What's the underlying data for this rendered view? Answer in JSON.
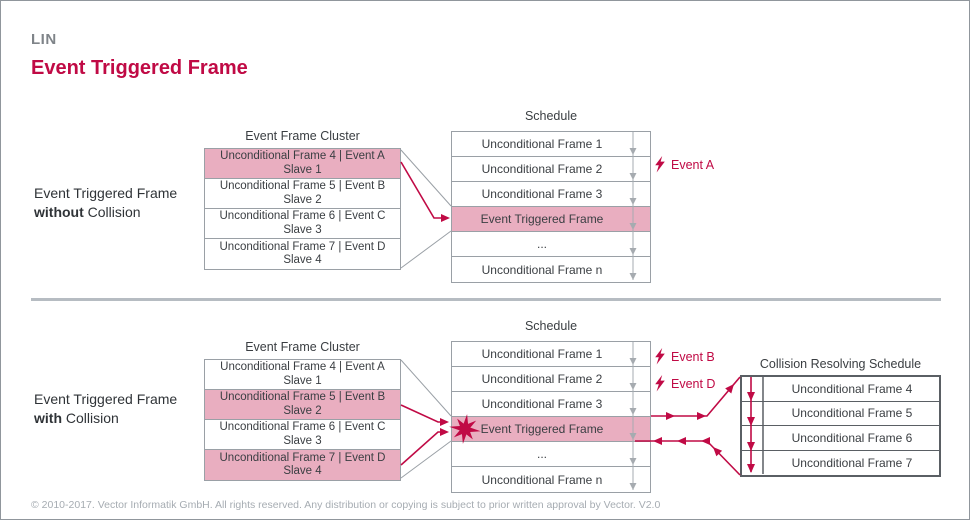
{
  "header": {
    "brand": "LIN",
    "title": "Event Triggered Frame"
  },
  "colors": {
    "accent": "#c00a45",
    "highlight": "#e9aec0",
    "line_gray": "#9aa0a6"
  },
  "section1": {
    "label_line1": "Event Triggered Frame",
    "label_bold": "without",
    "label_rest": "Collision",
    "cluster": {
      "title": "Event Frame Cluster",
      "rows": [
        {
          "l1": "Unconditional Frame 4 | Event A",
          "l2": "Slave 1"
        },
        {
          "l1": "Unconditional Frame 5 | Event B",
          "l2": "Slave 2"
        },
        {
          "l1": "Unconditional Frame 6 | Event C",
          "l2": "Slave 3"
        },
        {
          "l1": "Unconditional Frame 7 | Event D",
          "l2": "Slave 4"
        }
      ]
    },
    "schedule": {
      "title": "Schedule",
      "rows": [
        "Unconditional Frame 1",
        "Unconditional Frame 2",
        "Unconditional Frame 3",
        "Event Triggered Frame",
        "...",
        "Unconditional Frame n"
      ]
    },
    "events": [
      {
        "label": "Event A"
      }
    ]
  },
  "section2": {
    "label_line1": "Event Triggered Frame",
    "label_bold": "with",
    "label_rest": "Collision",
    "cluster": {
      "title": "Event Frame Cluster",
      "rows": [
        {
          "l1": "Unconditional Frame 4 | Event A",
          "l2": "Slave 1"
        },
        {
          "l1": "Unconditional Frame 5 | Event B",
          "l2": "Slave 2"
        },
        {
          "l1": "Unconditional Frame 6 | Event C",
          "l2": "Slave 3"
        },
        {
          "l1": "Unconditional Frame 7 | Event D",
          "l2": "Slave 4"
        }
      ]
    },
    "schedule": {
      "title": "Schedule",
      "rows": [
        "Unconditional Frame 1",
        "Unconditional Frame 2",
        "Unconditional Frame 3",
        "Event Triggered Frame",
        "...",
        "Unconditional Frame n"
      ]
    },
    "events": [
      {
        "label": "Event B"
      },
      {
        "label": "Event D"
      }
    ],
    "resolving": {
      "title": "Collision Resolving Schedule",
      "rows": [
        "Unconditional Frame 4",
        "Unconditional Frame 5",
        "Unconditional Frame 6",
        "Unconditional Frame 7"
      ]
    }
  },
  "footer": {
    "text": "© 2010-2017. Vector Informatik GmbH. All rights reserved. Any distribution or copying is subject to prior written approval by Vector. V2.0"
  }
}
